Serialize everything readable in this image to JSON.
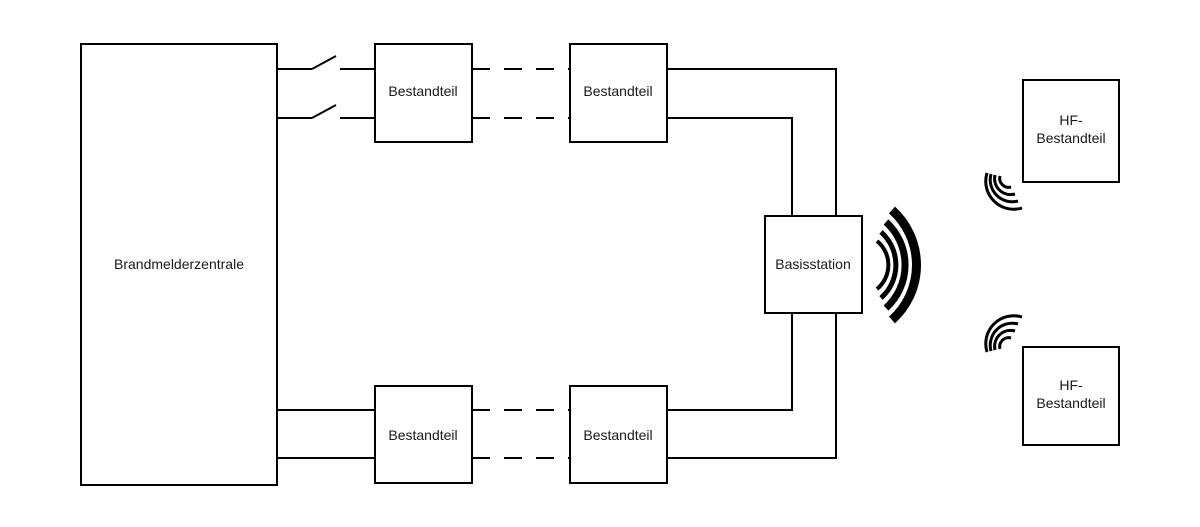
{
  "diagram": {
    "panel_label": "Brandmelderzentrale",
    "component_label": "Bestandteil",
    "base_station_label": "Basisstation",
    "rf_component_label_line1": "HF-",
    "rf_component_label_line2": "Bestandteil"
  }
}
